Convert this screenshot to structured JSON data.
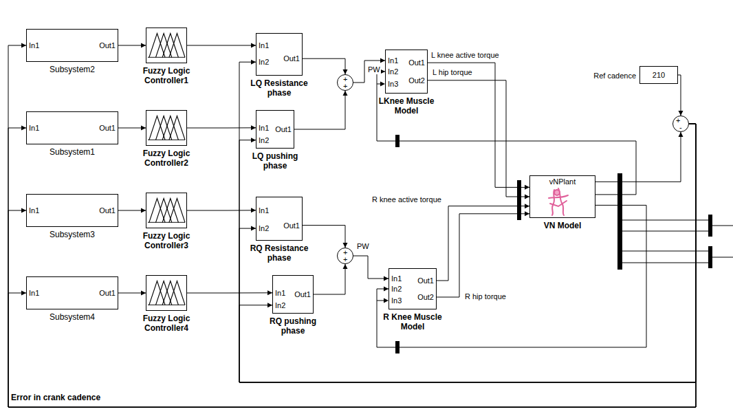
{
  "diagram": {
    "nodes": [
      {
        "text": [
          "In1",
          "Out1",
          "Subsystem2"
        ]
      },
      {
        "text": [
          "Fuzzy Logic Controller1"
        ]
      },
      {
        "text": [
          "In1",
          "In2",
          "Out1",
          "LQ Resistance phase"
        ]
      },
      {
        "text": [
          "+",
          "+"
        ]
      },
      {
        "text": [
          "In1",
          "In2",
          "In3",
          "Out1",
          "Out2",
          "LKnee Muscle Model"
        ]
      },
      {
        "text": [
          "In1",
          "Out1",
          "Subsystem1"
        ]
      },
      {
        "text": [
          "Fuzzy Logic Controller2"
        ]
      },
      {
        "text": [
          "In1",
          "In2",
          "Out1",
          "LQ pushing phase"
        ]
      },
      {
        "text": [
          "In1",
          "Out1",
          "Subsystem3"
        ]
      },
      {
        "text": [
          "Fuzzy Logic Controller3"
        ]
      },
      {
        "text": [
          "In1",
          "In2",
          "Out1",
          "RQ Resistance phase"
        ]
      },
      {
        "text": [
          "+",
          "+"
        ]
      },
      {
        "text": [
          "In1",
          "Out1",
          "Subsystem4"
        ]
      },
      {
        "text": [
          "Fuzzy Logic Controller4"
        ]
      },
      {
        "text": [
          "In1",
          "In2",
          "Out1",
          "RQ pushing phase"
        ]
      },
      {
        "text": [
          "In1",
          "In2",
          "In3",
          "Out1",
          "Out2",
          "R Knee Muscle Model"
        ]
      },
      {
        "text": [
          "210",
          "Ref cadence"
        ]
      },
      {
        "text": [
          "+",
          "-"
        ]
      },
      {
        "text": [
          "vNPlant",
          "VN Model"
        ]
      }
    ],
    "edges": [
      {
        "from": 0,
        "to": 1,
        "arrow": "to"
      },
      {
        "from": 1,
        "to": 2,
        "arrow": "to"
      },
      {
        "from": 2,
        "to": 3,
        "arrow": "to"
      },
      {
        "from": 3,
        "to": 4,
        "label": "PW",
        "arrow": "to"
      },
      {
        "from": 5,
        "to": 6,
        "arrow": "to"
      },
      {
        "from": 6,
        "to": 7,
        "arrow": "to"
      },
      {
        "from": 7,
        "to": 3,
        "arrow": "to"
      },
      {
        "from": 8,
        "to": 9,
        "arrow": "to"
      },
      {
        "from": 9,
        "to": 10,
        "arrow": "to"
      },
      {
        "from": 10,
        "to": 11,
        "arrow": "to"
      },
      {
        "from": 11,
        "to": 15,
        "label": "PW",
        "arrow": "to"
      },
      {
        "from": 12,
        "to": 13,
        "arrow": "to"
      },
      {
        "from": 13,
        "to": 14,
        "arrow": "to"
      },
      {
        "from": 14,
        "to": 11,
        "arrow": "to"
      },
      {
        "from": 4,
        "to": 18,
        "label": "L knee active torque",
        "arrow": "to"
      },
      {
        "from": 4,
        "to": 18,
        "label": "L hip torque",
        "arrow": "to"
      },
      {
        "from": 15,
        "to": 18,
        "label": "R knee active torque",
        "arrow": "to"
      },
      {
        "from": 15,
        "to": 18,
        "label": "R hip torque",
        "arrow": "to"
      },
      {
        "from": 16,
        "to": 17,
        "arrow": "to"
      },
      {
        "from": 18,
        "to": 17,
        "arrow": "to"
      },
      {
        "from": 18,
        "to": 4,
        "arrow": "to"
      },
      {
        "from": 18,
        "to": 15,
        "arrow": "to"
      },
      {
        "from": 17,
        "to": 0,
        "arrow": "to"
      },
      {
        "from": 17,
        "to": 5,
        "arrow": "to"
      },
      {
        "from": 17,
        "to": 8,
        "arrow": "to"
      },
      {
        "from": 17,
        "to": 12,
        "arrow": "to"
      },
      {
        "from": 17,
        "to": 2,
        "arrow": "to"
      },
      {
        "from": 17,
        "to": 7,
        "arrow": "to"
      },
      {
        "from": 17,
        "to": 10,
        "arrow": "to"
      },
      {
        "from": 17,
        "to": 14,
        "arrow": "to"
      }
    ],
    "labels": [
      "Error in crank cadence"
    ]
  }
}
